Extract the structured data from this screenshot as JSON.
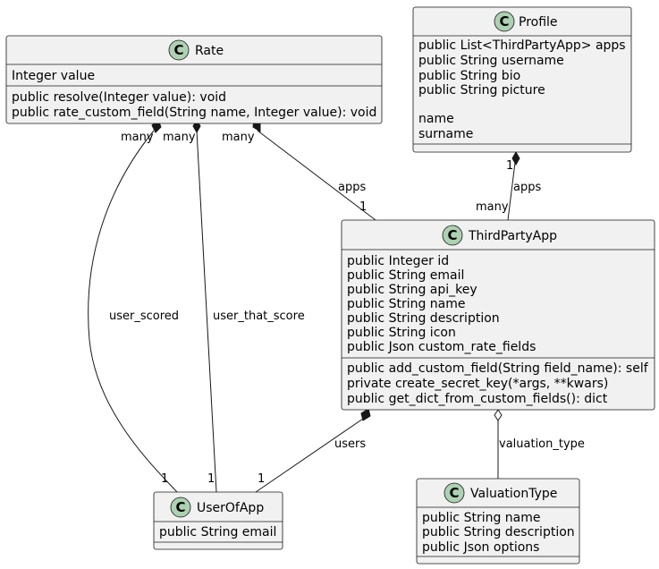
{
  "classes": {
    "rate": {
      "glyph": "C",
      "name": "Rate",
      "fields": [
        "Integer value"
      ],
      "methods": [
        "public resolve(Integer value): void",
        "public rate_custom_field(String name, Integer value): void"
      ]
    },
    "profile": {
      "glyph": "C",
      "name": "Profile",
      "fields": [
        "public List<ThirdPartyApp> apps",
        "public String username",
        "public String bio",
        "public String picture",
        "",
        "name",
        "surname"
      ]
    },
    "thirdpartyapp": {
      "glyph": "C",
      "name": "ThirdPartyApp",
      "fields": [
        "public Integer id",
        "public String email",
        "public String api_key",
        "public String name",
        "public String description",
        "public String icon",
        "public Json custom_rate_fields"
      ],
      "methods": [
        "public add_custom_field(String field_name): self",
        "private create_secret_key(*args, **kwars)",
        "public get_dict_from_custom_fields(): dict"
      ]
    },
    "userofapp": {
      "glyph": "C",
      "name": "UserOfApp",
      "fields": [
        "public String email"
      ]
    },
    "valuationtype": {
      "glyph": "C",
      "name": "ValuationType",
      "fields": [
        "public String name",
        "public String description",
        "public Json options"
      ]
    }
  },
  "relations": {
    "user_scored": {
      "label": "user_scored",
      "from_mult": "many",
      "to_mult": "1"
    },
    "user_that_score": {
      "label": "user_that_score",
      "from_mult": "many",
      "to_mult": "1"
    },
    "rate_apps": {
      "label": "apps",
      "from_mult": "many",
      "to_mult": "1"
    },
    "profile_apps": {
      "label": "apps",
      "from_mult": "1",
      "to_mult": "many"
    },
    "users": {
      "label": "users",
      "to_mult": "1"
    },
    "valuation_type": {
      "label": "valuation_type"
    }
  }
}
